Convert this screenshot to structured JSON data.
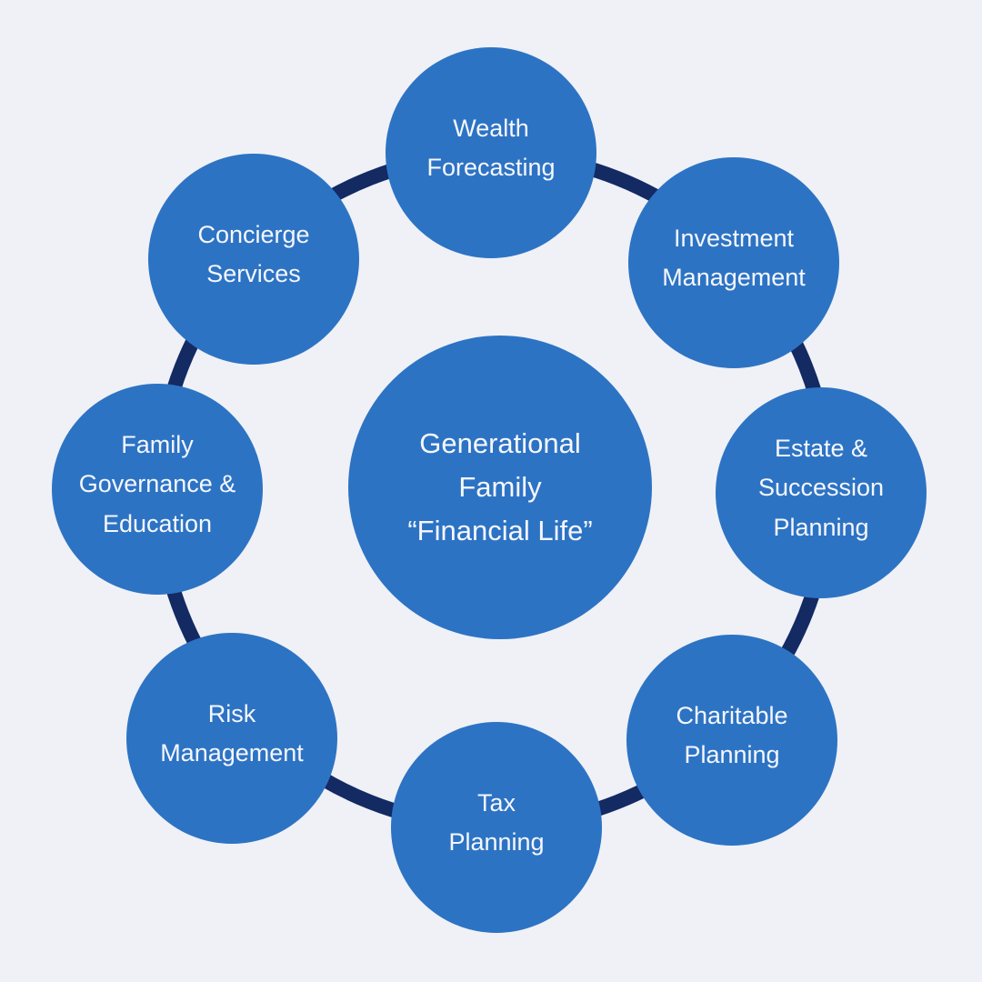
{
  "diagram": {
    "hub": {
      "label": "Generational\nFamily\n“Financial Life”"
    },
    "nodes": [
      {
        "id": "wealth-forecasting",
        "label": "Wealth\nForecasting"
      },
      {
        "id": "investment-management",
        "label": "Investment\nManagement"
      },
      {
        "id": "estate-succession-planning",
        "label": "Estate &\nSuccession\nPlanning"
      },
      {
        "id": "charitable-planning",
        "label": "Charitable\nPlanning"
      },
      {
        "id": "tax-planning",
        "label": "Tax\nPlanning"
      },
      {
        "id": "risk-management",
        "label": "Risk\nManagement"
      },
      {
        "id": "family-governance-education",
        "label": "Family\nGovernance &\nEducation"
      },
      {
        "id": "concierge-services",
        "label": "Concierge\nServices"
      }
    ],
    "colors": {
      "background": "#EFF1F6",
      "node_fill": "#2D73C4",
      "ring": "#132A63",
      "text": "#F5F7FB"
    }
  }
}
